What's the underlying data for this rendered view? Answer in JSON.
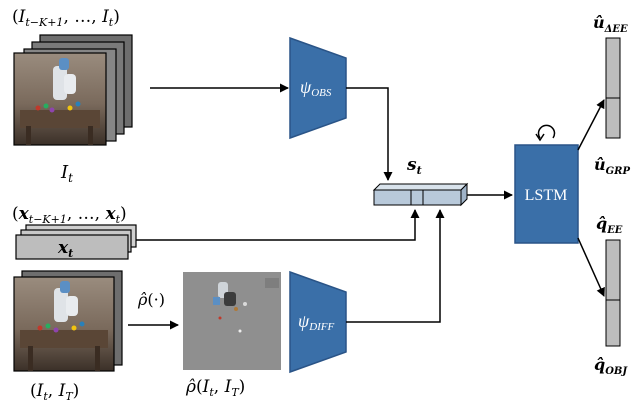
{
  "labels": {
    "obs_seq": "(I_{t−K+1}, …, I_t)",
    "obs_current": "I_t",
    "state_seq": "(x_{t−K+1}, …, x_t)",
    "state_current": "x_t",
    "pair": "(I_t, I_T)",
    "rho_op": "ρ̂(·)",
    "rho_out": "ρ̂(I_t, I_T)",
    "state_vec": "s_t"
  },
  "encoders": {
    "obs": "ψ_OBS",
    "diff": "ψ_DIFF"
  },
  "lstm": {
    "label": "LSTM"
  },
  "outputs": {
    "u_dee": "û_ΔEE",
    "u_grp": "û_GRP",
    "q_ee": "q̂_EE",
    "q_obj": "q̂_OBJ"
  },
  "colors": {
    "encoder_fill": "#3a6fa8",
    "encoder_stroke": "#2a5487",
    "vector_fill": "#b8c9da",
    "output_fill": "#bdbdbd",
    "frame_fill": "#5a4636"
  },
  "icons": [
    "robot-scene-image",
    "difference-image"
  ]
}
